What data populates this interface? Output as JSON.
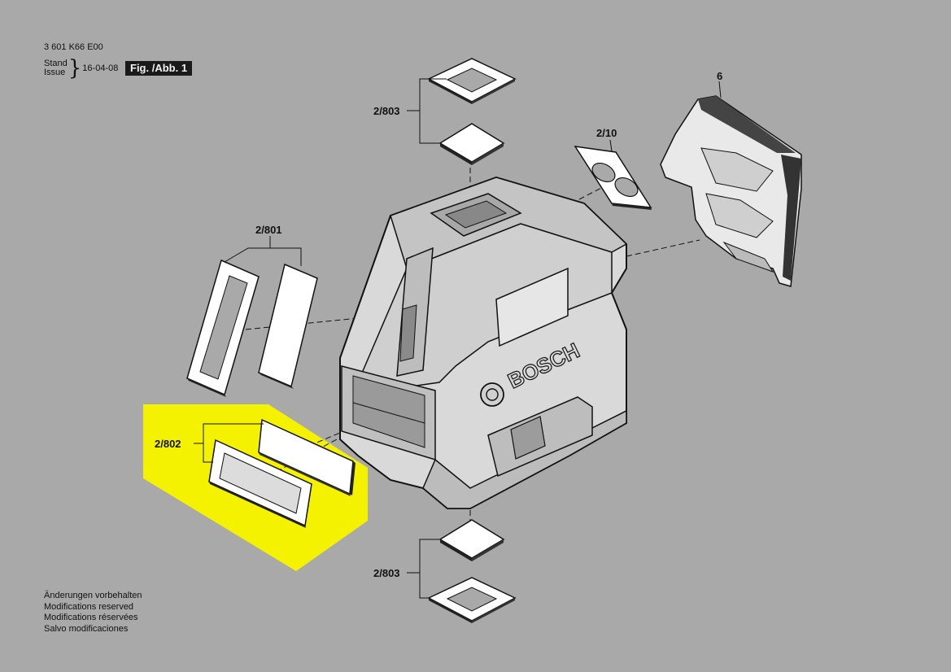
{
  "header": {
    "part_number": "3 601 K66 E00",
    "stand_label": "Stand",
    "issue_label": "Issue",
    "issue_date": "16-04-08",
    "figure_label": "Fig. /Abb. 1"
  },
  "brand": "BOSCH",
  "callouts": {
    "top_filter": "2/803",
    "bottom_filter": "2/803",
    "side_window": "2/801",
    "front_window": "2/802",
    "seal_plate": "2/10",
    "cover": "6"
  },
  "highlight_color": "#f5f200",
  "notes": [
    "Änderungen vorbehalten",
    "Modifications reserved",
    "Modifications réservées",
    "Salvo modificaciones"
  ]
}
